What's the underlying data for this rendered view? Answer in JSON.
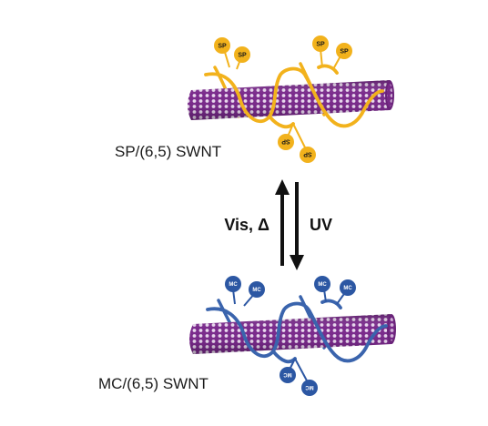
{
  "top": {
    "label": "SP/(6,5) SWNT",
    "group_text": "SP",
    "group_color": "#f2b21c",
    "wrap_color": "#f2b21c"
  },
  "bottom": {
    "label": "MC/(6,5) SWNT",
    "group_text": "MC",
    "group_color": "#2c57a3",
    "wrap_color": "#3a64ad"
  },
  "arrows": {
    "up_label": "Vis, Δ",
    "down_label": "UV"
  },
  "colors": {
    "nanotube": "#7a2a8c",
    "nanotube_dark": "#5b1d6b",
    "arrow": "#111111"
  }
}
